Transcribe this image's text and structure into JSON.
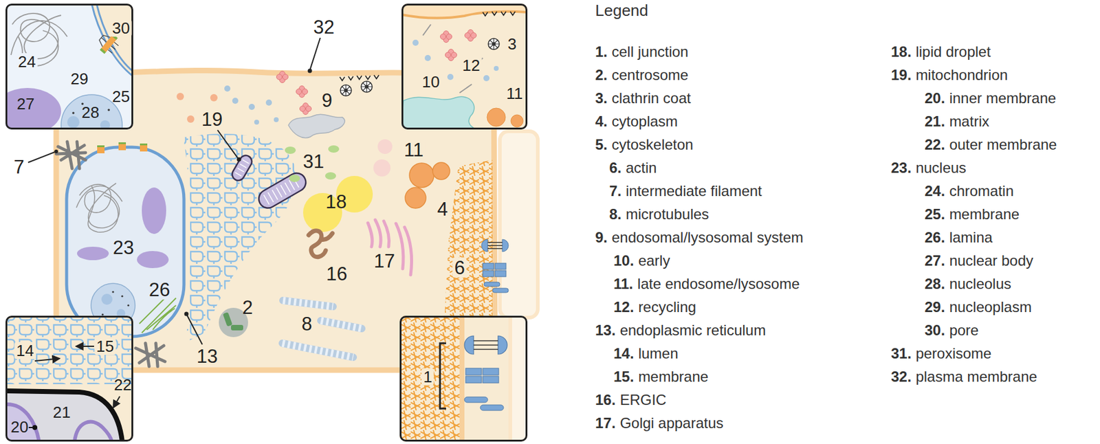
{
  "diagram": {
    "nodes": [
      {
        "text": [
          "30",
          "24",
          "29",
          "25",
          "27",
          "28"
        ]
      },
      {
        "text": [
          "3",
          "12",
          "10",
          "11"
        ]
      },
      {
        "text": [
          "14",
          "15",
          "22",
          "21",
          "20"
        ]
      },
      {
        "text": [
          "1"
        ]
      }
    ],
    "labels": [
      "7",
      "32",
      "19",
      "9",
      "31",
      "11",
      "18",
      "4",
      "23",
      "17",
      "16",
      "6",
      "26",
      "2",
      "8",
      "13",
      "Legend",
      "1.",
      "cell junction",
      "2.",
      "centrosome",
      "3.",
      "clathrin coat",
      "4.",
      "cytoplasm",
      "5.",
      "cytoskeleton",
      "6.",
      "actin",
      "7.",
      "intermediate filament",
      "8.",
      "microtubules",
      "9.",
      "endosomal/lysosomal system",
      "10.",
      "early",
      "11.",
      "late endosome/lysosome",
      "12.",
      "recycling",
      "13.",
      "endoplasmic reticulum",
      "14.",
      "lumen",
      "15.",
      "membrane",
      "16.",
      "ERGIC",
      "17.",
      "Golgi apparatus",
      "18.",
      "lipid droplet",
      "19.",
      "mitochondrion",
      "20.",
      "inner membrane",
      "21.",
      "matrix",
      "22.",
      "outer membrane",
      "23.",
      "nucleus",
      "24.",
      "chromatin",
      "25.",
      "membrane",
      "26.",
      "lamina",
      "27.",
      "nuclear body",
      "28.",
      "nucleolus",
      "29.",
      "nucleoplasm",
      "30.",
      "pore",
      "31.",
      "peroxisome",
      "32.",
      "plasma membrane"
    ]
  }
}
